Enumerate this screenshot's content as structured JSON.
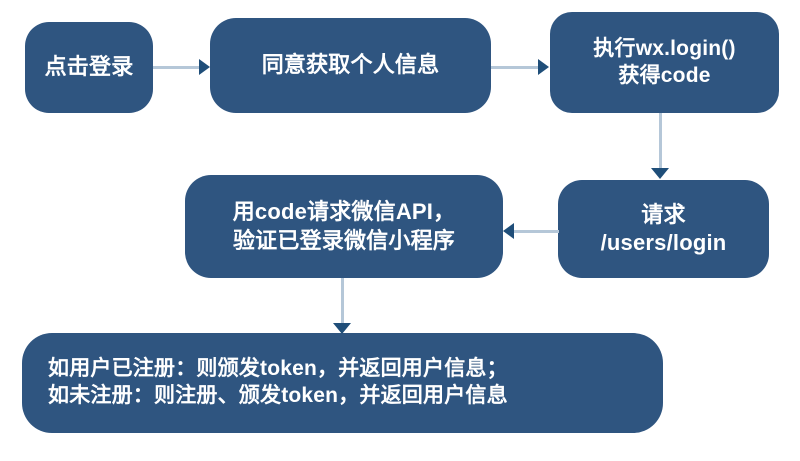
{
  "diagram": {
    "title": "",
    "colors": {
      "node_fill": "#2f5580",
      "node_text": "#ffffff",
      "connector_line": "#b5c7d8",
      "arrow_head": "#1f4e79",
      "background": "#ffffff"
    },
    "nodes": [
      {
        "id": "click-login",
        "lines": [
          "点击登录"
        ]
      },
      {
        "id": "agree-info",
        "lines": [
          "同意获取个人信息"
        ]
      },
      {
        "id": "wx-login",
        "lines": [
          "执行wx.login()",
          "获得code"
        ]
      },
      {
        "id": "users-login",
        "lines": [
          "请求",
          "/users/login"
        ]
      },
      {
        "id": "verify-api",
        "lines": [
          "用code请求微信API，",
          "验证已登录微信小程序"
        ]
      },
      {
        "id": "token-result",
        "lines": [
          "如用户已注册：则颁发token，并返回用户信息；",
          "如未注册：则注册、颁发token，并返回用户信息"
        ]
      }
    ],
    "connectors": [
      {
        "id": "click-login-to-agree-info",
        "from": "click-login",
        "to": "agree-info",
        "direction": "right"
      },
      {
        "id": "agree-info-to-wx-login",
        "from": "agree-info",
        "to": "wx-login",
        "direction": "right"
      },
      {
        "id": "wx-login-to-users-login",
        "from": "wx-login",
        "to": "users-login",
        "direction": "down"
      },
      {
        "id": "users-login-to-verify-api",
        "from": "users-login",
        "to": "verify-api",
        "direction": "left"
      },
      {
        "id": "verify-api-to-token-result",
        "from": "verify-api",
        "to": "token-result",
        "direction": "down"
      }
    ]
  }
}
